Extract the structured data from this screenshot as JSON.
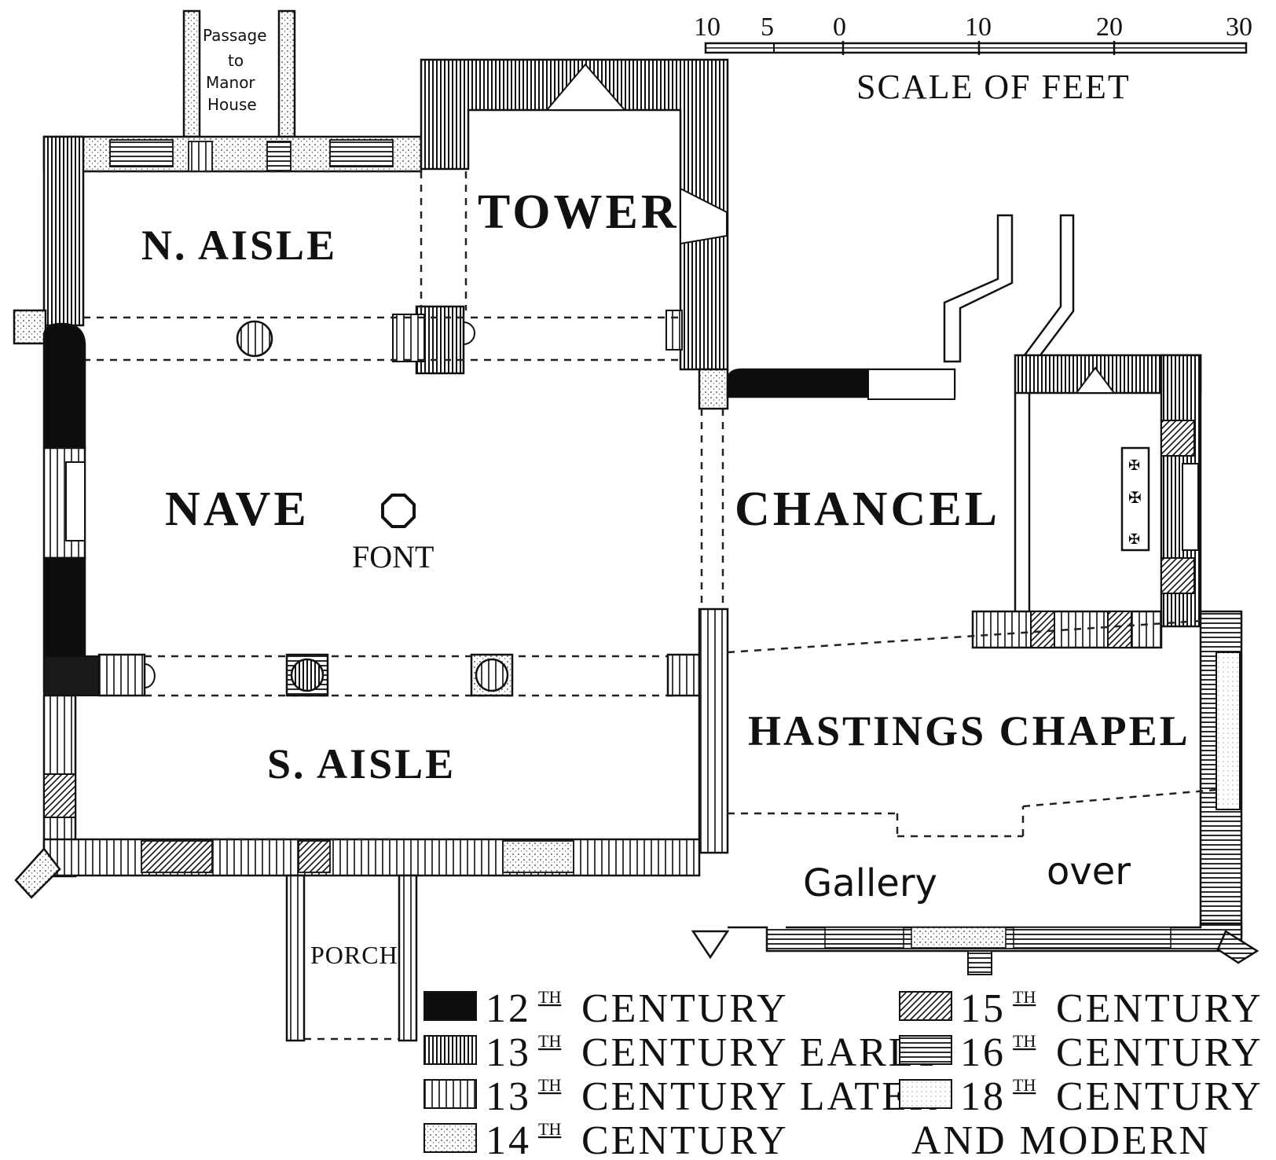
{
  "rooms": {
    "n_aisle": "N. AISLE",
    "tower": "TOWER",
    "nave": "NAVE",
    "font": "FONT",
    "chancel": "CHANCEL",
    "s_aisle": "S. AISLE",
    "hastings_chapel": "HASTINGS CHAPEL",
    "gallery_1": "Gallery",
    "gallery_2": "over",
    "porch": "PORCH"
  },
  "passage": [
    "Passage",
    "to",
    "Manor",
    "House"
  ],
  "scale": {
    "title": "SCALE OF FEET",
    "ticks": [
      "10",
      "5",
      "0",
      "10",
      "20",
      "30"
    ]
  },
  "legend": [
    {
      "num": "12",
      "sup": "TH",
      "text": "CENTURY",
      "pattern": "solid"
    },
    {
      "num": "13",
      "sup": "TH",
      "text": "CENTURY EARLY",
      "pattern": "vdense"
    },
    {
      "num": "13",
      "sup": "TH",
      "text": "CENTURY LATER",
      "pattern": "vwide"
    },
    {
      "num": "14",
      "sup": "TH",
      "text": "CENTURY",
      "pattern": "stipple"
    },
    {
      "num": "15",
      "sup": "TH",
      "text": "CENTURY",
      "pattern": "diag"
    },
    {
      "num": "16",
      "sup": "TH",
      "text": "CENTURY",
      "pattern": "horiz"
    },
    {
      "num": "18",
      "sup": "TH",
      "text": "CENTURY",
      "pattern": "dots"
    },
    {
      "num": "",
      "sup": "",
      "text": "AND MODERN",
      "pattern": "none"
    }
  ],
  "colors": {
    "ink": "#111111",
    "paper": "#ffffff",
    "solid": "#0d0d0d"
  }
}
